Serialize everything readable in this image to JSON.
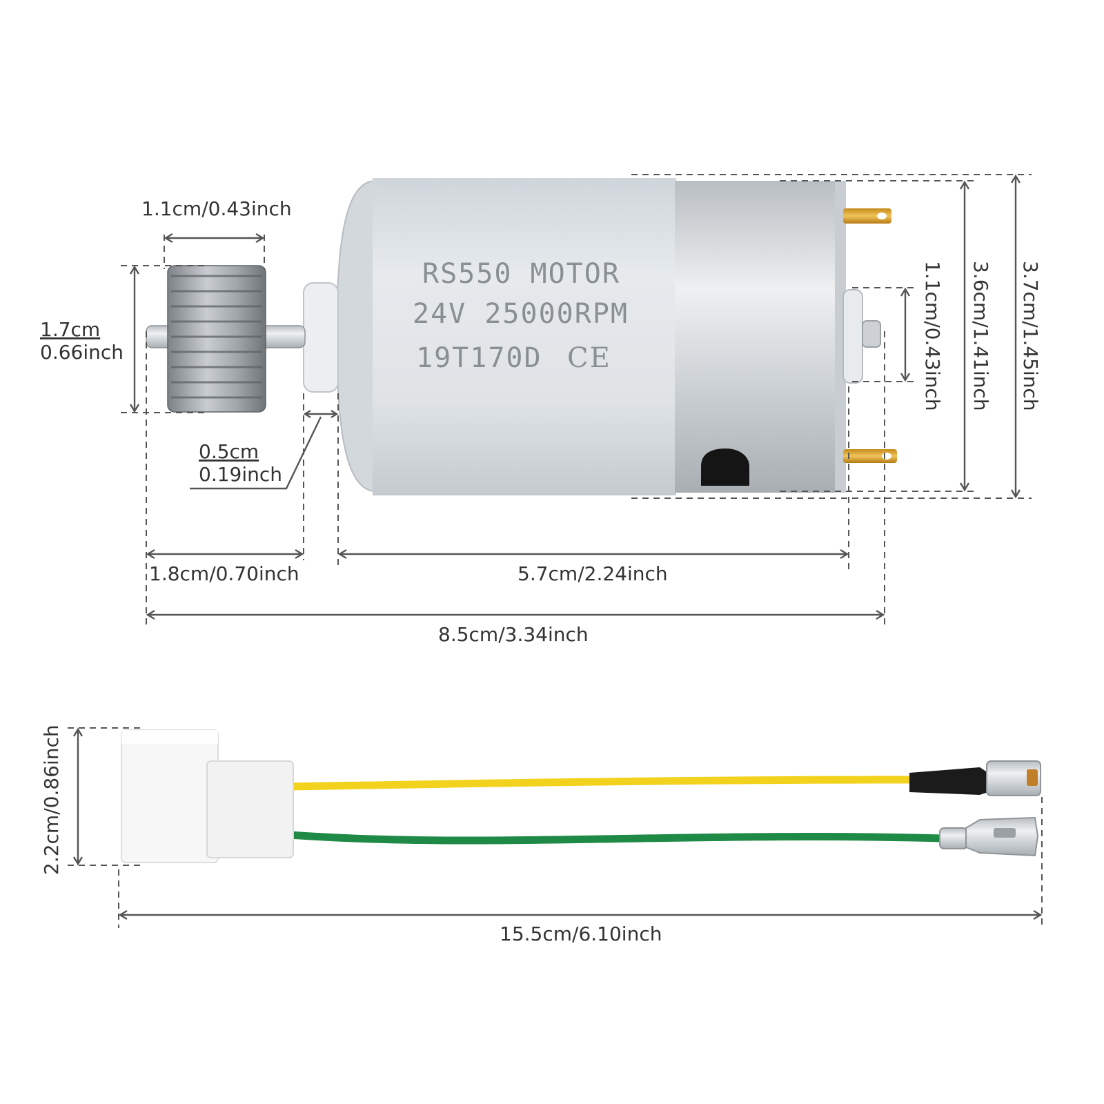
{
  "motor": {
    "model_label": "RS550  MOTOR",
    "rating_label": "24V 25000RPM",
    "code_label": "19T170D",
    "ce_mark": "CE"
  },
  "dimensions": {
    "gear_width": "1.1cm/0.43inch",
    "gear_diameter_cm": "1.7cm",
    "gear_diameter_inch": "0.66inch",
    "bushing_cm": "0.5cm",
    "bushing_inch": "0.19inch",
    "shaft_length": "1.8cm/0.70inch",
    "body_length": "5.7cm/2.24inch",
    "total_length": "8.5cm/3.34inch",
    "rear_boss": "1.1cm/0.43inch",
    "body_diameter": "3.6cm/1.41inch",
    "overall_height": "3.7cm/1.45inch",
    "connector_height": "2.2cm/0.86inch",
    "cable_length": "15.5cm/6.10inch"
  },
  "colors": {
    "wire_yellow": "#f2d21c",
    "wire_green": "#1f8a46",
    "motor_body": "#dde2e6",
    "connector": "#f7f7f7"
  }
}
